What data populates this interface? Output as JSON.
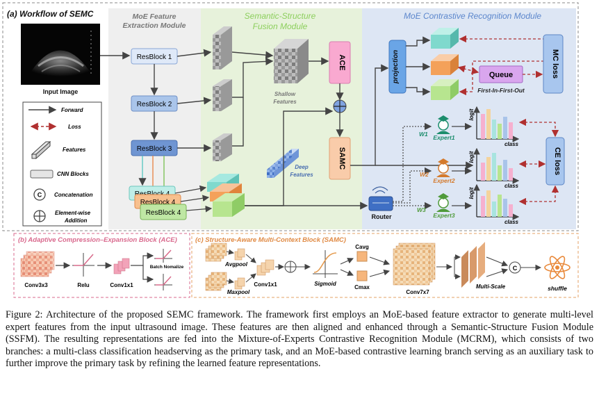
{
  "workflow": {
    "title": "(a) Workflow of SEMC",
    "input_label": "Input Image"
  },
  "moe": {
    "title_line1": "MoE Feature",
    "title_line2": "Extraction Module",
    "resblocks": [
      "ResBlock 1",
      "ResBlock 2",
      "ResBlock 3",
      "ResBlock 4",
      "ResBlock 4",
      "ResBlock 4"
    ]
  },
  "ssfm": {
    "title_line1": "Semantic-Structure",
    "title_line2": "Fusion Module",
    "ace": "ACE",
    "samc": "SAMC",
    "shallow_line1": "Shallow",
    "shallow_line2": "Features",
    "deep_line1": "Deep",
    "deep_line2": "Features"
  },
  "mcrm": {
    "title": "MoE Contrastive Recognition Module",
    "projection": "projection",
    "queue": "Queue",
    "fifo": "First-In-First-Out",
    "mc_loss": "MC loss",
    "ce_loss": "CE loss",
    "router": "Router",
    "logit": "logit",
    "class": "class",
    "experts": [
      "Expert1",
      "Expert2",
      "Expert3"
    ],
    "weights": [
      "W1",
      "W2",
      "W3"
    ]
  },
  "legend": {
    "forward": "Forward",
    "loss": "Loss",
    "features": "Features",
    "cnn": "CNN Blocks",
    "concat": "Concatenation",
    "elementwise_line1": "Element-wise",
    "elementwise_line2": "Addition",
    "concat_symbol": "C"
  },
  "ace_block": {
    "title": "(b) Adaptive Compression–Expansion Block (ACE)",
    "conv3": "Conv3x3",
    "relu": "Relu",
    "conv1": "Conv1x1",
    "bn": "Batch Nomalize"
  },
  "samc_block": {
    "title": "(c) Structure-Aware Multi-Context Block (SAMC)",
    "avgpool": "Avgpool",
    "maxpool": "Maxpool",
    "conv1": "Conv1x1",
    "sigmoid": "Sigmoid",
    "cavg": "Cavg",
    "cmax": "Cmax",
    "conv7": "Conv7x7",
    "multiscale": "Multi-Scale",
    "shuffle": "shuffle"
  },
  "colors": {
    "panel_gray": "#f0f0f0",
    "panel_green": "#e8f3dc",
    "panel_blue": "#dfe7f5",
    "block_blue": "#a9c4ea",
    "pink": "#f6a6cf",
    "peach": "#f7caa1",
    "teal": "#8fe0d6",
    "orange": "#f4a15a",
    "lightgreen": "#b7e58f",
    "loss_red": "#b03030",
    "queue_purple": "#d9a6ee"
  },
  "caption": "Figure 2: Architecture of the proposed SEMC framework. The framework first employs an MoE-based feature extractor to generate multi-level expert features from the input ultrasound image. These features are then aligned and enhanced through a Semantic-Structure Fusion Module (SSFM). The resulting representations are fed into the Mixture-of-Experts Contrastive Recognition Module (MCRM), which consists of two branches: a multi-class classification headserving as the primary task, and an MoE-based contrastive learning branch serving as an auxiliary task to further improve the primary task by refining the learned feature representations."
}
